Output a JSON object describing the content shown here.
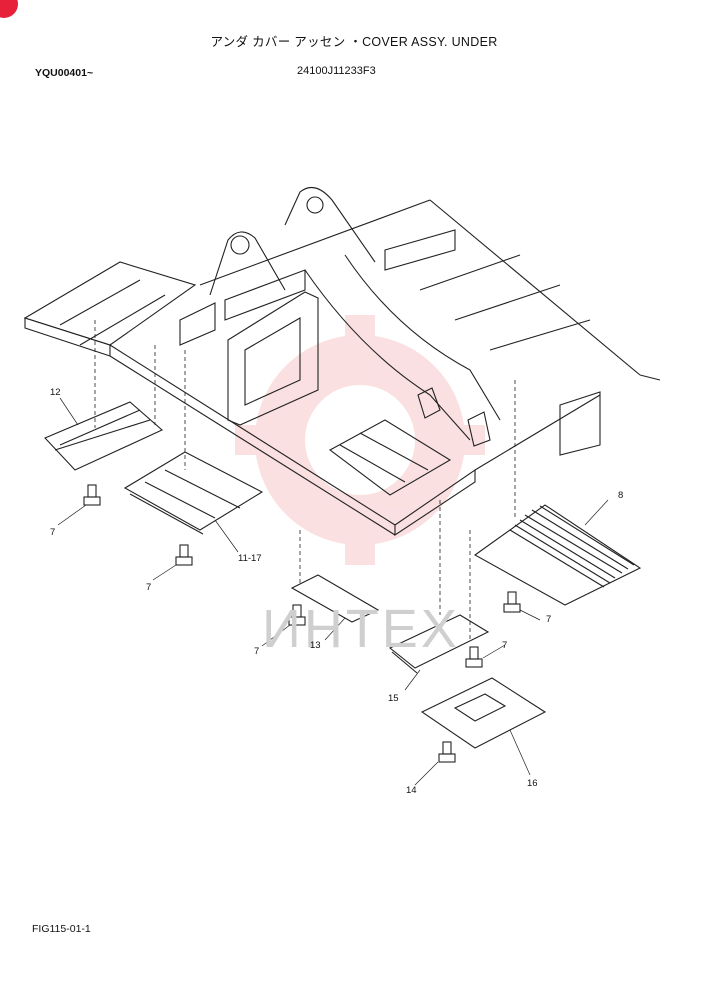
{
  "header": {
    "title": "アンダ カバー アッセン ・COVER ASSY. UNDER",
    "serial": "YQU00401~",
    "part_number": "24100J11233F3"
  },
  "footer": {
    "figure_id": "FIG115-01-1"
  },
  "watermark": {
    "text": "ИНТЕХ",
    "color": "#f1a7ab"
  },
  "callouts": [
    {
      "id": "c12",
      "text": "12"
    },
    {
      "id": "c7a",
      "text": "7"
    },
    {
      "id": "c1117",
      "text": "11-17"
    },
    {
      "id": "c7b",
      "text": "7"
    },
    {
      "id": "c8",
      "text": "8"
    },
    {
      "id": "c7c",
      "text": "7"
    },
    {
      "id": "c13",
      "text": "13"
    },
    {
      "id": "c7d",
      "text": "7"
    },
    {
      "id": "c7e",
      "text": "7"
    },
    {
      "id": "c15",
      "text": "15"
    },
    {
      "id": "c16",
      "text": "16"
    },
    {
      "id": "c14",
      "text": "14"
    }
  ]
}
